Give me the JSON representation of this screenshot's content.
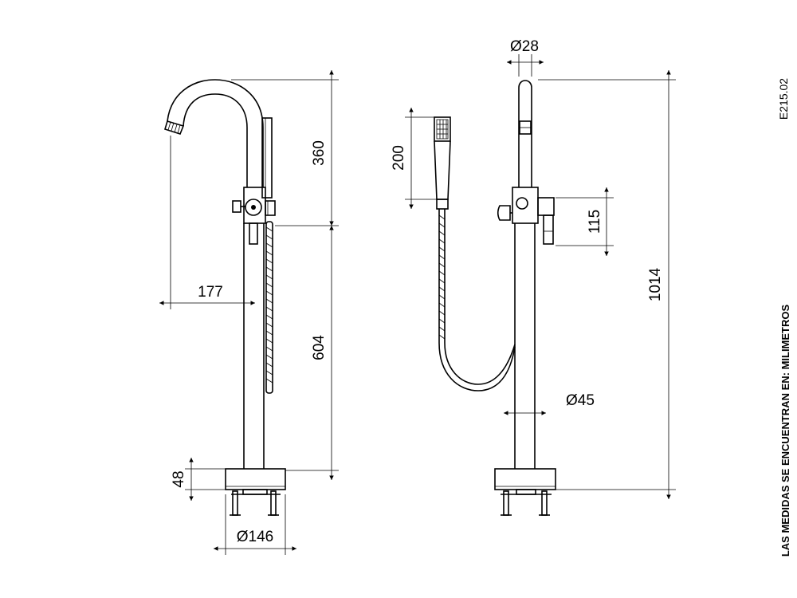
{
  "drawing_code": "E215.02",
  "units_note": "LAS MEDIDAS SE ENCUENTRAN EN: MILIMETROS",
  "dimensions": {
    "spout_height": "360",
    "body_height": "604",
    "spout_reach": "177",
    "base_height": "48",
    "base_diameter": "Ø146",
    "top_diameter": "Ø28",
    "handshower_length": "200",
    "mixer_height": "115",
    "total_height": "1014",
    "column_diameter": "Ø45"
  }
}
